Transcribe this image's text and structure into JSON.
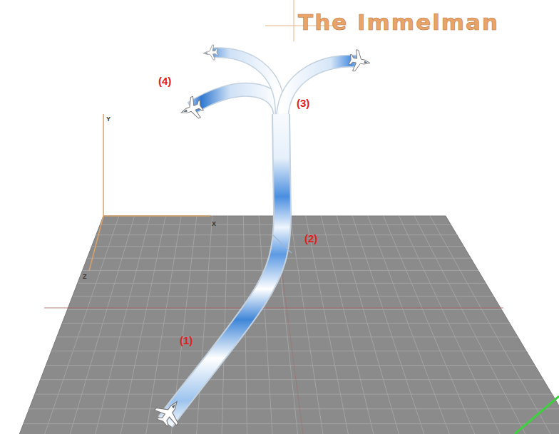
{
  "diagram": {
    "title": "The Immelman",
    "labels": [
      "(4)",
      "(3)",
      "Y",
      "X",
      "Z",
      "(2)",
      "(1)"
    ]
  }
}
